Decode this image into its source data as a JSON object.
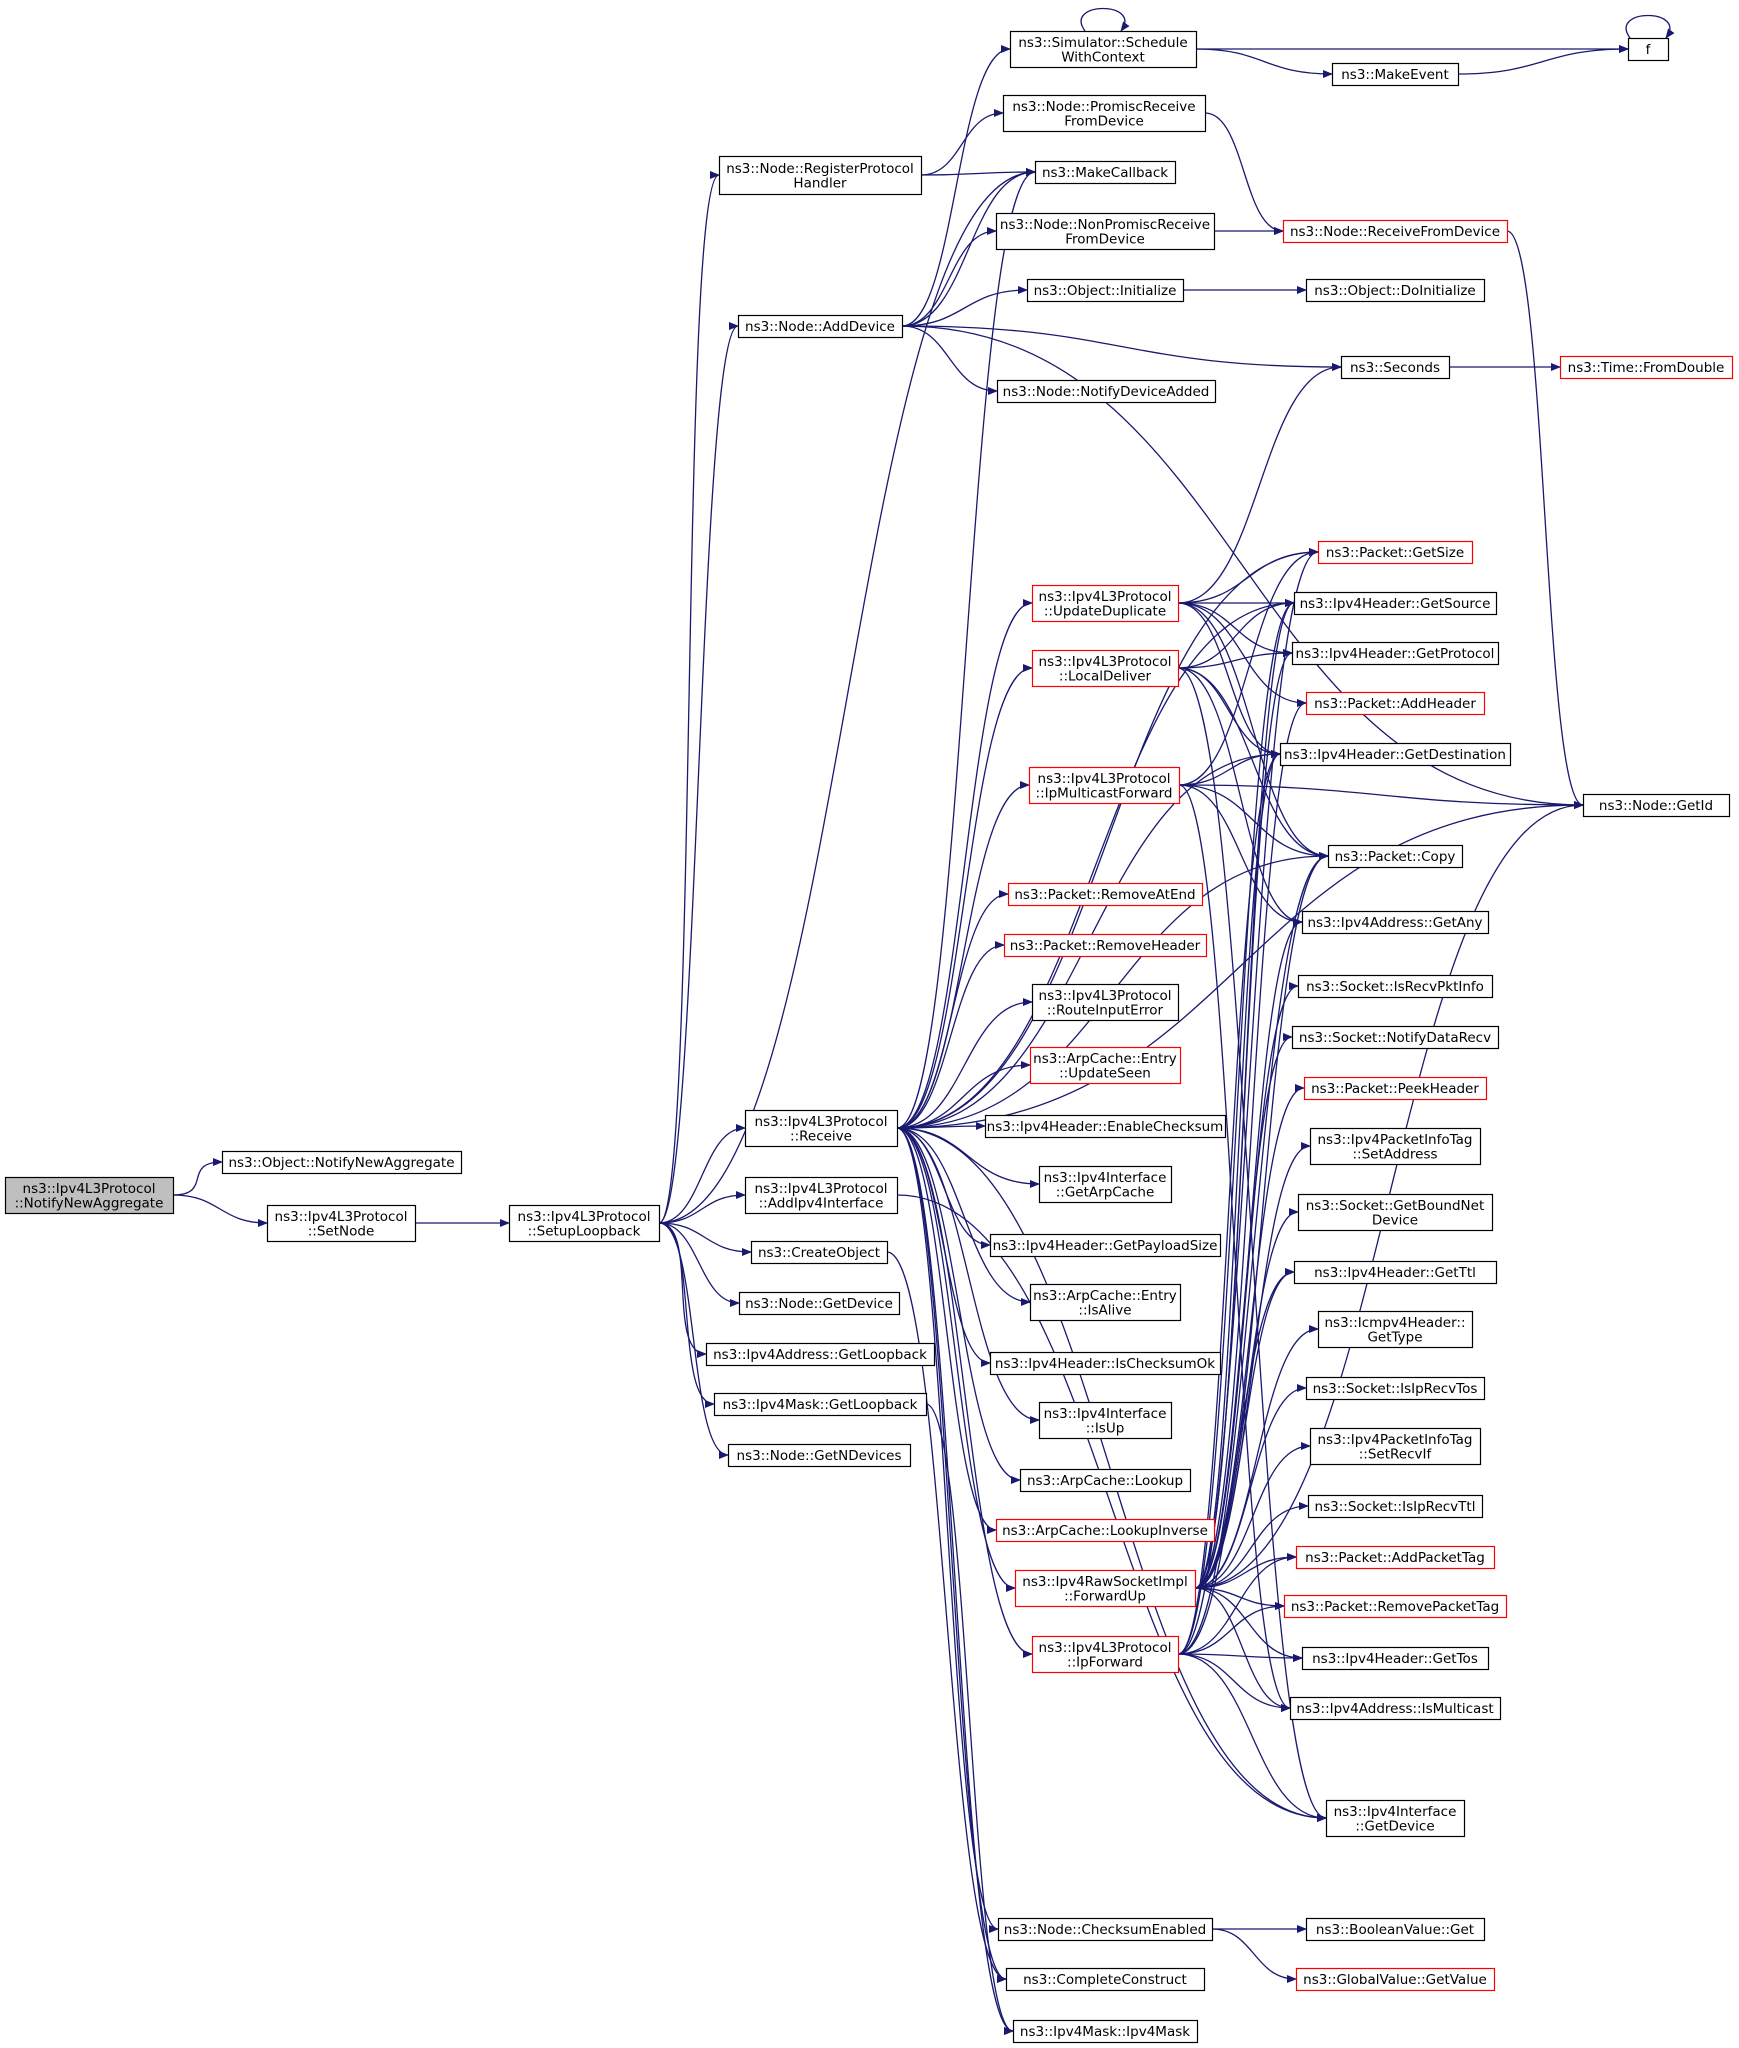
{
  "colors": {
    "edge": "#191970",
    "node_border": "#000000",
    "truncated_border": "#ff0000",
    "root_fill": "#bfbfbf",
    "node_fill": "#ffffff"
  },
  "nodes": [
    {
      "id": "root",
      "lines": [
        "ns3::Ipv4L3Protocol",
        "::NotifyNewAggregate"
      ],
      "style": "root"
    },
    {
      "id": "obj_nna",
      "lines": [
        "ns3::Object::NotifyNewAggregate"
      ],
      "style": "normal"
    },
    {
      "id": "setnode",
      "lines": [
        "ns3::Ipv4L3Protocol",
        "::SetNode"
      ],
      "style": "normal"
    },
    {
      "id": "setuploop",
      "lines": [
        "ns3::Ipv4L3Protocol",
        "::SetupLoopback"
      ],
      "style": "normal"
    },
    {
      "id": "regproto",
      "lines": [
        "ns3::Node::RegisterProtocol",
        "Handler"
      ],
      "style": "normal"
    },
    {
      "id": "adddev",
      "lines": [
        "ns3::Node::AddDevice"
      ],
      "style": "normal"
    },
    {
      "id": "receive",
      "lines": [
        "ns3::Ipv4L3Protocol",
        "::Receive"
      ],
      "style": "normal"
    },
    {
      "id": "addiface",
      "lines": [
        "ns3::Ipv4L3Protocol",
        "::AddIpv4Interface"
      ],
      "style": "normal"
    },
    {
      "id": "createobj",
      "lines": [
        "ns3::CreateObject"
      ],
      "style": "normal"
    },
    {
      "id": "getdevice",
      "lines": [
        "ns3::Node::GetDevice"
      ],
      "style": "normal"
    },
    {
      "id": "addrloop",
      "lines": [
        "ns3::Ipv4Address::GetLoopback"
      ],
      "style": "normal"
    },
    {
      "id": "maskloop",
      "lines": [
        "ns3::Ipv4Mask::GetLoopback"
      ],
      "style": "normal"
    },
    {
      "id": "getndev",
      "lines": [
        "ns3::Node::GetNDevices"
      ],
      "style": "normal"
    },
    {
      "id": "schedctx",
      "lines": [
        "ns3::Simulator::Schedule",
        "WithContext"
      ],
      "style": "normal"
    },
    {
      "id": "promisc",
      "lines": [
        "ns3::Node::PromiscReceive",
        "FromDevice"
      ],
      "style": "normal"
    },
    {
      "id": "makecb",
      "lines": [
        "ns3::MakeCallback"
      ],
      "style": "normal"
    },
    {
      "id": "nonpromisc",
      "lines": [
        "ns3::Node::NonPromiscReceive",
        "FromDevice"
      ],
      "style": "normal"
    },
    {
      "id": "objinit",
      "lines": [
        "ns3::Object::Initialize"
      ],
      "style": "normal"
    },
    {
      "id": "notifyadded",
      "lines": [
        "ns3::Node::NotifyDeviceAdded"
      ],
      "style": "normal"
    },
    {
      "id": "updup",
      "lines": [
        "ns3::Ipv4L3Protocol",
        "::UpdateDuplicate"
      ],
      "style": "truncated"
    },
    {
      "id": "localdel",
      "lines": [
        "ns3::Ipv4L3Protocol",
        "::LocalDeliver"
      ],
      "style": "truncated"
    },
    {
      "id": "ipmcast",
      "lines": [
        "ns3::Ipv4L3Protocol",
        "::IpMulticastForward"
      ],
      "style": "truncated"
    },
    {
      "id": "rmatend",
      "lines": [
        "ns3::Packet::RemoveAtEnd"
      ],
      "style": "truncated"
    },
    {
      "id": "rmheader",
      "lines": [
        "ns3::Packet::RemoveHeader"
      ],
      "style": "truncated"
    },
    {
      "id": "routeerr",
      "lines": [
        "ns3::Ipv4L3Protocol",
        "::RouteInputError"
      ],
      "style": "normal"
    },
    {
      "id": "arpupd",
      "lines": [
        "ns3::ArpCache::Entry",
        "::UpdateSeen"
      ],
      "style": "truncated"
    },
    {
      "id": "enablecs",
      "lines": [
        "ns3::Ipv4Header::EnableChecksum"
      ],
      "style": "normal"
    },
    {
      "id": "getarp",
      "lines": [
        "ns3::Ipv4Interface",
        "::GetArpCache"
      ],
      "style": "normal"
    },
    {
      "id": "payloadsz",
      "lines": [
        "ns3::Ipv4Header::GetPayloadSize"
      ],
      "style": "normal"
    },
    {
      "id": "isalive",
      "lines": [
        "ns3::ArpCache::Entry",
        "::IsAlive"
      ],
      "style": "normal"
    },
    {
      "id": "cksumok",
      "lines": [
        "ns3::Ipv4Header::IsChecksumOk"
      ],
      "style": "normal"
    },
    {
      "id": "isup",
      "lines": [
        "ns3::Ipv4Interface",
        "::IsUp"
      ],
      "style": "normal"
    },
    {
      "id": "arplookup",
      "lines": [
        "ns3::ArpCache::Lookup"
      ],
      "style": "normal"
    },
    {
      "id": "lookupinv",
      "lines": [
        "ns3::ArpCache::LookupInverse"
      ],
      "style": "truncated"
    },
    {
      "id": "rawfwd",
      "lines": [
        "ns3::Ipv4RawSocketImpl",
        "::ForwardUp"
      ],
      "style": "truncated"
    },
    {
      "id": "ipfwd",
      "lines": [
        "ns3::Ipv4L3Protocol",
        "::IpForward"
      ],
      "style": "truncated"
    },
    {
      "id": "cksumen",
      "lines": [
        "ns3::Node::ChecksumEnabled"
      ],
      "style": "normal"
    },
    {
      "id": "completec",
      "lines": [
        "ns3::CompleteConstruct"
      ],
      "style": "normal"
    },
    {
      "id": "maskctor",
      "lines": [
        "ns3::Ipv4Mask::Ipv4Mask"
      ],
      "style": "normal"
    },
    {
      "id": "f",
      "lines": [
        "f"
      ],
      "style": "normal"
    },
    {
      "id": "makeevent",
      "lines": [
        "ns3::MakeEvent"
      ],
      "style": "normal"
    },
    {
      "id": "recvfromdev",
      "lines": [
        "ns3::Node::ReceiveFromDevice"
      ],
      "style": "truncated"
    },
    {
      "id": "doinit",
      "lines": [
        "ns3::Object::DoInitialize"
      ],
      "style": "normal"
    },
    {
      "id": "seconds",
      "lines": [
        "ns3::Seconds"
      ],
      "style": "normal"
    },
    {
      "id": "fromdouble",
      "lines": [
        "ns3::Time::FromDouble"
      ],
      "style": "truncated"
    },
    {
      "id": "pktsize",
      "lines": [
        "ns3::Packet::GetSize"
      ],
      "style": "truncated"
    },
    {
      "id": "hsrc",
      "lines": [
        "ns3::Ipv4Header::GetSource"
      ],
      "style": "normal"
    },
    {
      "id": "hproto",
      "lines": [
        "ns3::Ipv4Header::GetProtocol"
      ],
      "style": "normal"
    },
    {
      "id": "addheader",
      "lines": [
        "ns3::Packet::AddHeader"
      ],
      "style": "truncated"
    },
    {
      "id": "hdst",
      "lines": [
        "ns3::Ipv4Header::GetDestination"
      ],
      "style": "normal"
    },
    {
      "id": "getid",
      "lines": [
        "ns3::Node::GetId"
      ],
      "style": "normal"
    },
    {
      "id": "pktcopy",
      "lines": [
        "ns3::Packet::Copy"
      ],
      "style": "normal"
    },
    {
      "id": "addrany",
      "lines": [
        "ns3::Ipv4Address::GetAny"
      ],
      "style": "normal"
    },
    {
      "id": "recvpkt",
      "lines": [
        "ns3::Socket::IsRecvPktInfo"
      ],
      "style": "normal"
    },
    {
      "id": "notifydata",
      "lines": [
        "ns3::Socket::NotifyDataRecv"
      ],
      "style": "normal"
    },
    {
      "id": "peekhdr",
      "lines": [
        "ns3::Packet::PeekHeader"
      ],
      "style": "truncated"
    },
    {
      "id": "setaddr",
      "lines": [
        "ns3::Ipv4PacketInfoTag",
        "::SetAddress"
      ],
      "style": "normal"
    },
    {
      "id": "boundnet",
      "lines": [
        "ns3::Socket::GetBoundNet",
        "Device"
      ],
      "style": "normal"
    },
    {
      "id": "httl",
      "lines": [
        "ns3::Ipv4Header::GetTtl"
      ],
      "style": "normal"
    },
    {
      "id": "icmptype",
      "lines": [
        "ns3::Icmpv4Header::",
        "GetType"
      ],
      "style": "normal"
    },
    {
      "id": "iprecvtos",
      "lines": [
        "ns3::Socket::IsIpRecvTos"
      ],
      "style": "normal"
    },
    {
      "id": "setrecvif",
      "lines": [
        "ns3::Ipv4PacketInfoTag",
        "::SetRecvIf"
      ],
      "style": "normal"
    },
    {
      "id": "iprecvttl",
      "lines": [
        "ns3::Socket::IsIpRecvTtl"
      ],
      "style": "normal"
    },
    {
      "id": "addtag",
      "lines": [
        "ns3::Packet::AddPacketTag"
      ],
      "style": "truncated"
    },
    {
      "id": "rmtag",
      "lines": [
        "ns3::Packet::RemovePacketTag"
      ],
      "style": "truncated"
    },
    {
      "id": "htos",
      "lines": [
        "ns3::Ipv4Header::GetTos"
      ],
      "style": "normal"
    },
    {
      "id": "ismcast",
      "lines": [
        "ns3::Ipv4Address::IsMulticast"
      ],
      "style": "normal"
    },
    {
      "id": "ifgetdev",
      "lines": [
        "ns3::Ipv4Interface",
        "::GetDevice"
      ],
      "style": "normal"
    },
    {
      "id": "boolget",
      "lines": [
        "ns3::BooleanValue::Get"
      ],
      "style": "normal"
    },
    {
      "id": "gvget",
      "lines": [
        "ns3::GlobalValue::GetValue"
      ],
      "style": "truncated"
    }
  ],
  "edges": [
    [
      "root",
      "obj_nna"
    ],
    [
      "root",
      "setnode"
    ],
    [
      "setnode",
      "setuploop"
    ],
    [
      "setuploop",
      "regproto"
    ],
    [
      "setuploop",
      "adddev"
    ],
    [
      "setuploop",
      "receive"
    ],
    [
      "setuploop",
      "addiface"
    ],
    [
      "setuploop",
      "createobj"
    ],
    [
      "setuploop",
      "getdevice"
    ],
    [
      "setuploop",
      "addrloop"
    ],
    [
      "setuploop",
      "maskloop"
    ],
    [
      "setuploop",
      "getndev"
    ],
    [
      "setuploop",
      "makecb"
    ],
    [
      "regproto",
      "promisc"
    ],
    [
      "regproto",
      "makecb"
    ],
    [
      "adddev",
      "schedctx"
    ],
    [
      "adddev",
      "makecb"
    ],
    [
      "adddev",
      "nonpromisc"
    ],
    [
      "adddev",
      "objinit"
    ],
    [
      "adddev",
      "seconds"
    ],
    [
      "adddev",
      "notifyadded"
    ],
    [
      "adddev",
      "getid"
    ],
    [
      "schedctx",
      "schedctx"
    ],
    [
      "schedctx",
      "f"
    ],
    [
      "schedctx",
      "makeevent"
    ],
    [
      "makeevent",
      "f"
    ],
    [
      "f",
      "f"
    ],
    [
      "promisc",
      "recvfromdev"
    ],
    [
      "nonpromisc",
      "recvfromdev"
    ],
    [
      "recvfromdev",
      "getid"
    ],
    [
      "objinit",
      "doinit"
    ],
    [
      "seconds",
      "fromdouble"
    ],
    [
      "receive",
      "updup"
    ],
    [
      "receive",
      "localdel"
    ],
    [
      "receive",
      "ipmcast"
    ],
    [
      "receive",
      "rmatend"
    ],
    [
      "receive",
      "rmheader"
    ],
    [
      "receive",
      "routeerr"
    ],
    [
      "receive",
      "arpupd"
    ],
    [
      "receive",
      "enablecs"
    ],
    [
      "receive",
      "getarp"
    ],
    [
      "receive",
      "payloadsz"
    ],
    [
      "receive",
      "isalive"
    ],
    [
      "receive",
      "cksumok"
    ],
    [
      "receive",
      "isup"
    ],
    [
      "receive",
      "arplookup"
    ],
    [
      "receive",
      "lookupinv"
    ],
    [
      "receive",
      "rawfwd"
    ],
    [
      "receive",
      "ipfwd"
    ],
    [
      "receive",
      "cksumen"
    ],
    [
      "receive",
      "pktsize"
    ],
    [
      "receive",
      "hsrc"
    ],
    [
      "receive",
      "hdst"
    ],
    [
      "receive",
      "pktcopy"
    ],
    [
      "receive",
      "makecb"
    ],
    [
      "receive",
      "getid"
    ],
    [
      "receive",
      "ifgetdev"
    ],
    [
      "receive",
      "completec"
    ],
    [
      "receive",
      "maskctor"
    ],
    [
      "updup",
      "seconds"
    ],
    [
      "updup",
      "pktsize"
    ],
    [
      "updup",
      "hsrc"
    ],
    [
      "updup",
      "hproto"
    ],
    [
      "updup",
      "addheader"
    ],
    [
      "updup",
      "hdst"
    ],
    [
      "updup",
      "pktcopy"
    ],
    [
      "localdel",
      "hsrc"
    ],
    [
      "localdel",
      "hproto"
    ],
    [
      "localdel",
      "hdst"
    ],
    [
      "localdel",
      "pktcopy"
    ],
    [
      "localdel",
      "addrany"
    ],
    [
      "localdel",
      "ifgetdev"
    ],
    [
      "ipmcast",
      "getid"
    ],
    [
      "ipmcast",
      "hdst"
    ],
    [
      "ipmcast",
      "pktcopy"
    ],
    [
      "ipmcast",
      "addrany"
    ],
    [
      "ipmcast",
      "ismcast"
    ],
    [
      "ipmcast",
      "pktsize"
    ],
    [
      "rawfwd",
      "pktcopy"
    ],
    [
      "rawfwd",
      "hsrc"
    ],
    [
      "rawfwd",
      "hproto"
    ],
    [
      "rawfwd",
      "addheader"
    ],
    [
      "rawfwd",
      "hdst"
    ],
    [
      "rawfwd",
      "recvpkt"
    ],
    [
      "rawfwd",
      "notifydata"
    ],
    [
      "rawfwd",
      "peekhdr"
    ],
    [
      "rawfwd",
      "setaddr"
    ],
    [
      "rawfwd",
      "boundnet"
    ],
    [
      "rawfwd",
      "httl"
    ],
    [
      "rawfwd",
      "icmptype"
    ],
    [
      "rawfwd",
      "iprecvtos"
    ],
    [
      "rawfwd",
      "setrecvif"
    ],
    [
      "rawfwd",
      "iprecvttl"
    ],
    [
      "rawfwd",
      "addtag"
    ],
    [
      "rawfwd",
      "rmtag"
    ],
    [
      "rawfwd",
      "htos"
    ],
    [
      "rawfwd",
      "ismcast"
    ],
    [
      "rawfwd",
      "getid"
    ],
    [
      "rawfwd",
      "addrany"
    ],
    [
      "ipfwd",
      "hsrc"
    ],
    [
      "ipfwd",
      "hdst"
    ],
    [
      "ipfwd",
      "pktcopy"
    ],
    [
      "ipfwd",
      "httl"
    ],
    [
      "ipfwd",
      "addtag"
    ],
    [
      "ipfwd",
      "rmtag"
    ],
    [
      "ipfwd",
      "htos"
    ],
    [
      "ipfwd",
      "ismcast"
    ],
    [
      "ipfwd",
      "ifgetdev"
    ],
    [
      "ipfwd",
      "pktsize"
    ],
    [
      "addiface",
      "ifgetdev"
    ],
    [
      "createobj",
      "completec"
    ],
    [
      "maskloop",
      "maskctor"
    ],
    [
      "cksumen",
      "boolget"
    ],
    [
      "cksumen",
      "gvget"
    ]
  ]
}
